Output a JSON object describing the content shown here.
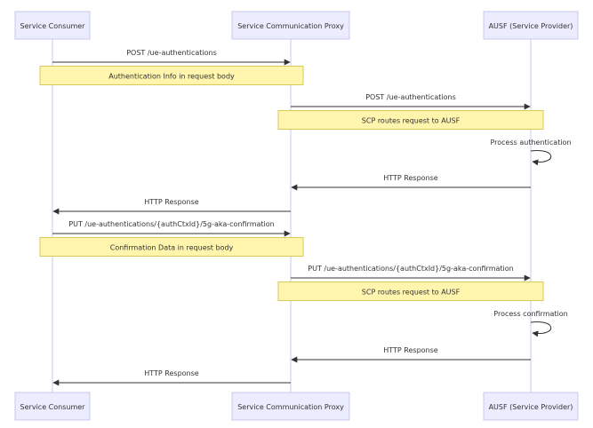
{
  "actors": [
    {
      "id": "consumer",
      "label": "Service Consumer"
    },
    {
      "id": "scp",
      "label": "Service Communication Proxy"
    },
    {
      "id": "ausf",
      "label": "AUSF (Service Provider)"
    }
  ],
  "messages": [
    {
      "from": "consumer",
      "to": "scp",
      "label": "POST /ue-authentications"
    },
    {
      "note_over": [
        "consumer",
        "scp"
      ],
      "label": "Authentication Info in request body"
    },
    {
      "from": "scp",
      "to": "ausf",
      "label": "POST /ue-authentications"
    },
    {
      "note_over": [
        "scp",
        "ausf"
      ],
      "label": "SCP routes request to AUSF"
    },
    {
      "self": "ausf",
      "label": "Process authentication"
    },
    {
      "from": "ausf",
      "to": "scp",
      "label": "HTTP Response"
    },
    {
      "from": "scp",
      "to": "consumer",
      "label": "HTTP Response"
    },
    {
      "from": "consumer",
      "to": "scp",
      "label": "PUT /ue-authentications/{authCtxId}/5g-aka-confirmation"
    },
    {
      "note_over": [
        "consumer",
        "scp"
      ],
      "label": "Confirmation Data in request body"
    },
    {
      "from": "scp",
      "to": "ausf",
      "label": "PUT /ue-authentications/{authCtxId}/5g-aka-confirmation"
    },
    {
      "note_over": [
        "scp",
        "ausf"
      ],
      "label": "SCP routes request to AUSF"
    },
    {
      "self": "ausf",
      "label": "Process confirmation"
    },
    {
      "from": "ausf",
      "to": "scp",
      "label": "HTTP Response"
    },
    {
      "from": "scp",
      "to": "consumer",
      "label": "HTTP Response"
    }
  ],
  "colors": {
    "actor_fill": "#ececff",
    "actor_stroke": "#c9c9ee",
    "note_fill": "#fff5ad",
    "note_stroke": "#d9c85a",
    "line": "#333333"
  }
}
